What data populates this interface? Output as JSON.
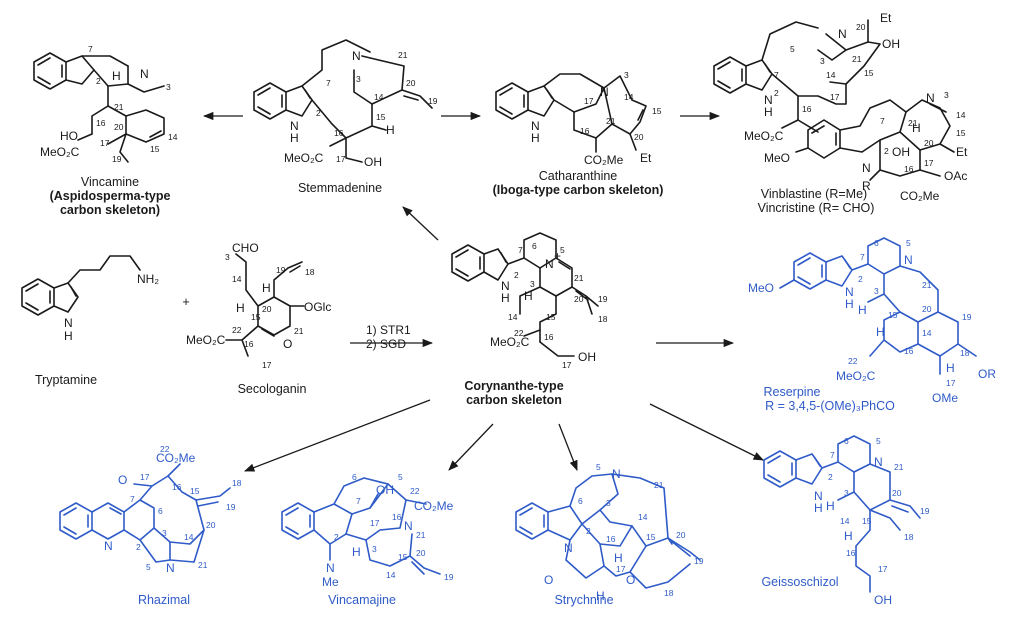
{
  "center": {
    "name_line1": "Corynanthe-type",
    "name_line2": "carbon skeleton",
    "labels": {
      "N_plus": "N",
      "plus": "+",
      "NH": "N",
      "H_NH": "H",
      "H3": "H",
      "MeO2C": "MeO₂C",
      "OH": "OH",
      "n6": "6",
      "n7": "7",
      "n5": "5",
      "n2": "2",
      "n3": "3",
      "n21": "21",
      "n14": "14",
      "n15": "15",
      "n20": "20",
      "n19": "19",
      "n18": "18",
      "n22": "22",
      "n16": "16",
      "n17": "17"
    }
  },
  "tryptamine": {
    "name": "Tryptamine",
    "NH": "N",
    "H": "H",
    "NH2": "NH₂"
  },
  "plus_sign": "+",
  "secologanin": {
    "name": "Secologanin",
    "labels": {
      "CHO": "CHO",
      "OGlc": "OGlc",
      "O": "O",
      "MeO2C": "MeO₂C",
      "H_a": "H",
      "H_b": "H",
      "n3": "3",
      "n19": "19",
      "n18": "18",
      "n14": "14",
      "n20": "20",
      "n15": "15",
      "n21": "21",
      "n22": "22",
      "n16": "16",
      "n17": "17"
    }
  },
  "steps": {
    "step1": "1) STR1",
    "step2": "2) SGD"
  },
  "vincamine": {
    "name_line1": "Vincamine",
    "name_line2": "(Aspidosperma-type",
    "name_line3": "carbon skeleton)",
    "labels": {
      "N": "N",
      "H": "H",
      "HO": "HO",
      "MeO2C": "MeO₂C",
      "n7": "7",
      "n2": "2",
      "n21": "21",
      "n3": "3",
      "n16": "16",
      "n20": "20",
      "n17": "17",
      "n19": "19",
      "n15": "15",
      "n14": "14"
    }
  },
  "stemmadenine": {
    "name": "Stemmadenine",
    "labels": {
      "N": "N",
      "NH": "N",
      "H": "H",
      "H15": "H",
      "MeO2C": "MeO₂C",
      "OH": "OH",
      "n7": "7",
      "n2": "2",
      "n3": "3",
      "n14": "14",
      "n21": "21",
      "n20": "20",
      "n19": "19",
      "n16": "16",
      "n15": "15",
      "n17": "17"
    }
  },
  "catharanthine": {
    "name_line1": "Catharanthine",
    "name_line2": "(Iboga-type carbon skeleton)",
    "labels": {
      "N": "N",
      "NH": "N",
      "H": "H",
      "CO2Me": "CO₂Me",
      "Et": "Et",
      "n3": "3",
      "n17": "17",
      "n14": "14",
      "n15": "15",
      "n21": "21",
      "n16": "16",
      "n20": "20"
    }
  },
  "vinblastine": {
    "name_line1": "Vinblastine (R=Me)",
    "name_line2": "Vincristine (R= CHO)",
    "labels": {
      "N_top": "N",
      "Et_top": "Et",
      "OH_top": "OH",
      "NH": "N",
      "H": "H",
      "MeO2C": "MeO₂C",
      "N_bot": "N",
      "H_bot": "H",
      "Et_bot": "Et",
      "MeO": "MeO",
      "N_R": "N",
      "R": "R",
      "OH_bot": "OH",
      "OAc": "OAc",
      "CO2Me": "CO₂Me",
      "n20t": "20",
      "n21t": "21",
      "n5": "5",
      "n3t": "3",
      "n7t": "7",
      "n15t": "15",
      "n14t": "14",
      "n2t": "2",
      "n16t": "16",
      "n17t": "17",
      "n3b": "3",
      "n14b": "14",
      "n15b": "15",
      "n7b": "7",
      "n21b": "21",
      "n20b": "20",
      "n2b": "2",
      "n16b": "16",
      "n17b": "17"
    }
  },
  "reserpine": {
    "name": "Reserpine",
    "formula": "R = 3,4,5-(OMe)₃PhCO",
    "labels": {
      "MeO": "MeO",
      "N": "N",
      "NH": "N",
      "H": "H",
      "H3": "H",
      "H15": "H",
      "MeO2C": "MeO₂C",
      "OR": "OR",
      "OMe": "OMe",
      "H_b": "H",
      "n6": "6",
      "n7": "7",
      "n5": "5",
      "n2": "2",
      "n3": "3",
      "n21": "21",
      "n15": "15",
      "n20": "20",
      "n19": "19",
      "n22": "22",
      "n16": "16",
      "n18": "18",
      "n17": "17",
      "n14": "14"
    }
  },
  "rhazimal": {
    "name": "Rhazimal",
    "labels": {
      "O": "O",
      "N_py": "N",
      "N": "N",
      "CO2Me": "CO₂Me",
      "n17": "17",
      "n22": "22",
      "n16": "16",
      "n7": "7",
      "n15": "15",
      "n6": "6",
      "n18": "18",
      "n19": "19",
      "n2": "2",
      "n3": "3",
      "n14": "14",
      "n20": "20",
      "n5": "5",
      "n21": "21"
    }
  },
  "vincamajine": {
    "name": "Vincamajine",
    "labels": {
      "OH": "OH",
      "N": "N",
      "N_Me": "N",
      "Me": "Me",
      "H": "H",
      "CO2Me": "CO₂Me",
      "n6": "6",
      "n5": "5",
      "n22": "22",
      "n7": "7",
      "n16": "16",
      "n17": "17",
      "n2": "2",
      "n3": "3",
      "n21": "21",
      "n20": "20",
      "n14": "14",
      "n15": "15",
      "n19": "19"
    }
  },
  "strychnine": {
    "name": "Strychnine",
    "labels": {
      "N": "N",
      "N_am": "N",
      "O_am": "O",
      "O": "O",
      "H": "H",
      "H2": "H",
      "n5": "5",
      "n6": "6",
      "n3": "3",
      "n21": "21",
      "n2": "2",
      "n16": "16",
      "n14": "14",
      "n15": "15",
      "n20": "20",
      "n17": "17",
      "n19": "19",
      "n18": "18"
    }
  },
  "geissoschizol": {
    "name": "Geissoschizol",
    "labels": {
      "NH": "N",
      "H_N": "H",
      "N": "N",
      "H": "H",
      "H15": "H",
      "OH": "OH",
      "n6": "6",
      "n7": "7",
      "n5": "5",
      "n2": "2",
      "n3": "3",
      "n21": "21",
      "n14": "14",
      "n20": "20",
      "n19": "19",
      "n15": "15",
      "n18": "18",
      "n16": "16",
      "n17": "17"
    }
  },
  "colors": {
    "ink": "#1a1a1a",
    "accent": "#2f5bc8"
  }
}
